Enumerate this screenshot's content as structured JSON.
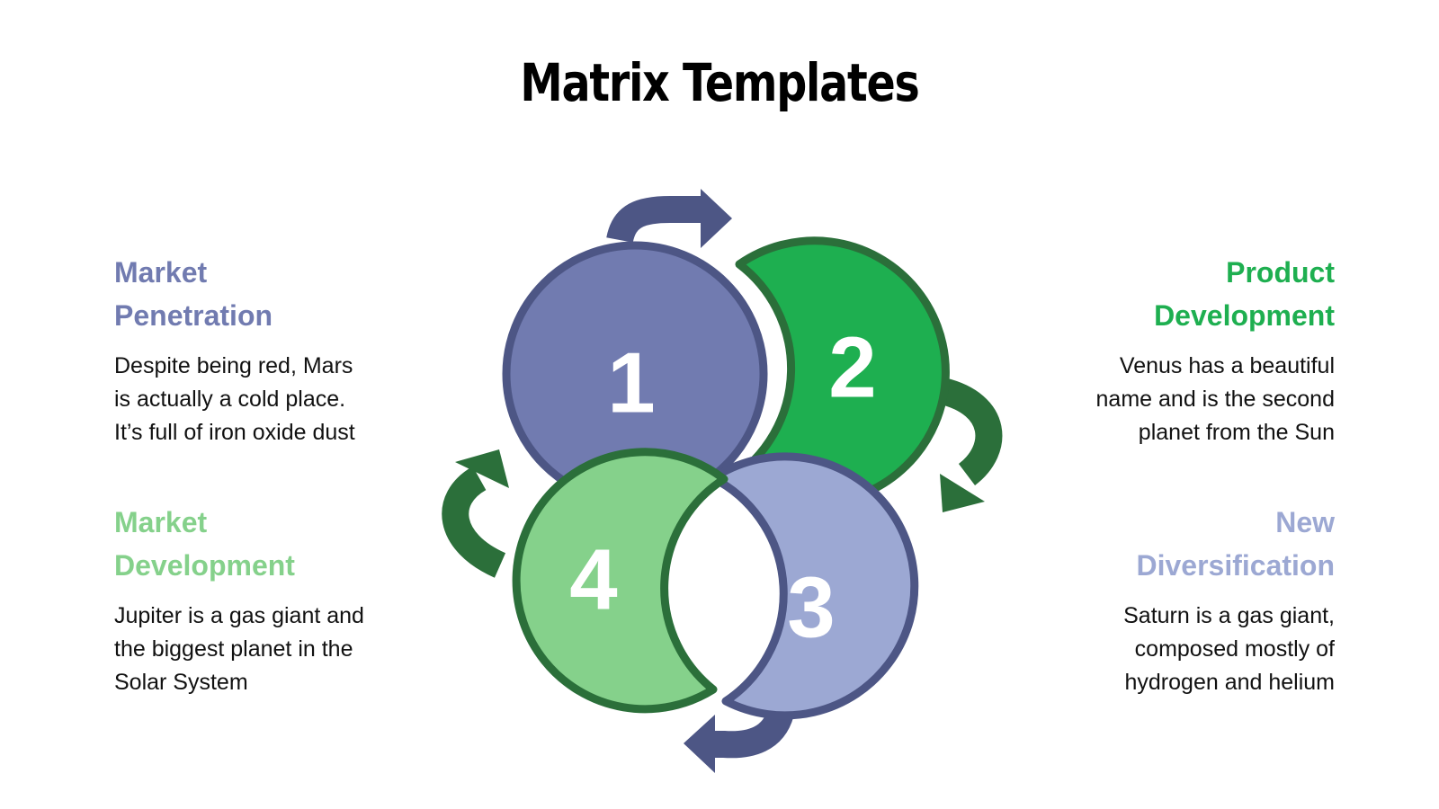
{
  "title": "Matrix Templates",
  "colors": {
    "q1_fill": "#717bb0",
    "q1_stroke": "#4d5685",
    "q2_fill": "#1eaf50",
    "q2_stroke": "#2b6f3a",
    "q3_fill": "#9ca8d3",
    "q3_stroke": "#4d5685",
    "q4_fill": "#85d18b",
    "q4_stroke": "#2b6f3a",
    "arrow_blue": "#4d5685",
    "arrow_green": "#2b6f3a"
  },
  "quadrants": [
    {
      "number": "1",
      "heading_line1": "Market",
      "heading_line2": "Penetration",
      "heading_color": "#717bb0",
      "desc_line1": "Despite being red, Mars",
      "desc_line2": "is actually a cold place.",
      "desc_line3": "It’s full of iron oxide dust"
    },
    {
      "number": "2",
      "heading_line1": "Product",
      "heading_line2": "Development",
      "heading_color": "#1eaf50",
      "desc_line1": "Venus has a beautiful",
      "desc_line2": "name and is the second",
      "desc_line3": "planet from the Sun"
    },
    {
      "number": "3",
      "heading_line1": "New",
      "heading_line2": "Diversification",
      "heading_color": "#9ca8d3",
      "desc_line1": "Saturn is a gas giant,",
      "desc_line2": "composed mostly of",
      "desc_line3": "hydrogen and helium"
    },
    {
      "number": "4",
      "heading_line1": "Market",
      "heading_line2": "Development",
      "heading_color": "#85d18b",
      "desc_line1": "Jupiter is a gas giant and",
      "desc_line2": "the biggest planet in the",
      "desc_line3": "Solar System"
    }
  ]
}
